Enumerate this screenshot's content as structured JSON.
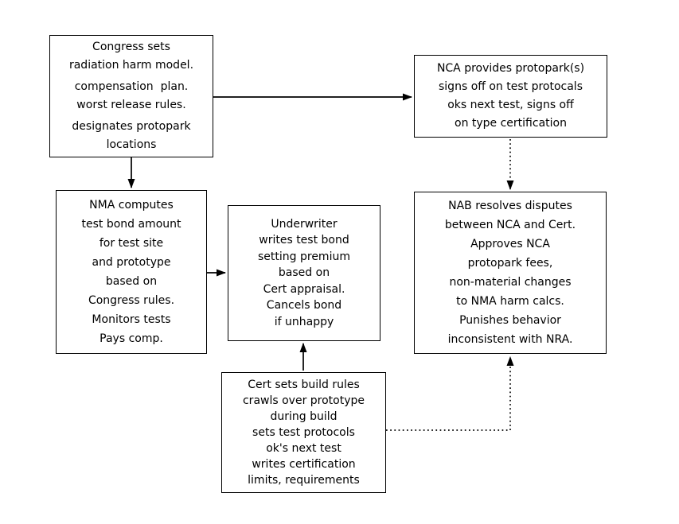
{
  "diagram": {
    "background_color": "#ffffff",
    "line_color": "#000000",
    "text_color": "#000000",
    "boxes": {
      "congress": {
        "id": "congress",
        "lines": [
          "Congress sets",
          "radiation harm model.",
          "compensation  plan.",
          "worst release rules.",
          "designates protopark",
          "locations"
        ]
      },
      "nca": {
        "id": "nca",
        "lines": [
          "NCA provides protopark(s)",
          "signs off on test protocals",
          "oks next test, signs off",
          "on type certification"
        ]
      },
      "nma": {
        "id": "nma",
        "lines": [
          "NMA computes",
          "test bond amount",
          "for test site",
          "and prototype",
          "based on",
          "Congress rules.",
          "Monitors tests",
          "Pays comp."
        ]
      },
      "underwriter": {
        "id": "underwriter",
        "lines": [
          "Underwriter",
          "writes test bond",
          "setting premium",
          "based on",
          "Cert appraisal.",
          "Cancels bond",
          "if unhappy"
        ]
      },
      "nab": {
        "id": "nab",
        "lines": [
          "NAB resolves disputes",
          "between NCA and Cert.",
          "Approves NCA",
          "protopark fees,",
          "non-material changes",
          "to NMA harm calcs.",
          "Punishes behavior",
          "inconsistent with NRA."
        ]
      },
      "cert": {
        "id": "cert",
        "lines": [
          "Cert sets build rules",
          "crawls over prototype",
          "during build",
          "sets test protocols",
          "ok's next test",
          "writes certification",
          "limits, requirements"
        ]
      }
    },
    "connectors": [
      {
        "from": "congress",
        "to": "nma",
        "style": "solid"
      },
      {
        "from": "congress",
        "to": "nca",
        "style": "solid"
      },
      {
        "from": "nca",
        "to": "nab",
        "style": "dotted"
      },
      {
        "from": "nma",
        "to": "underwriter",
        "style": "solid"
      },
      {
        "from": "cert",
        "to": "underwriter",
        "style": "solid"
      },
      {
        "from": "cert",
        "to": "nab",
        "style": "dotted"
      }
    ]
  }
}
